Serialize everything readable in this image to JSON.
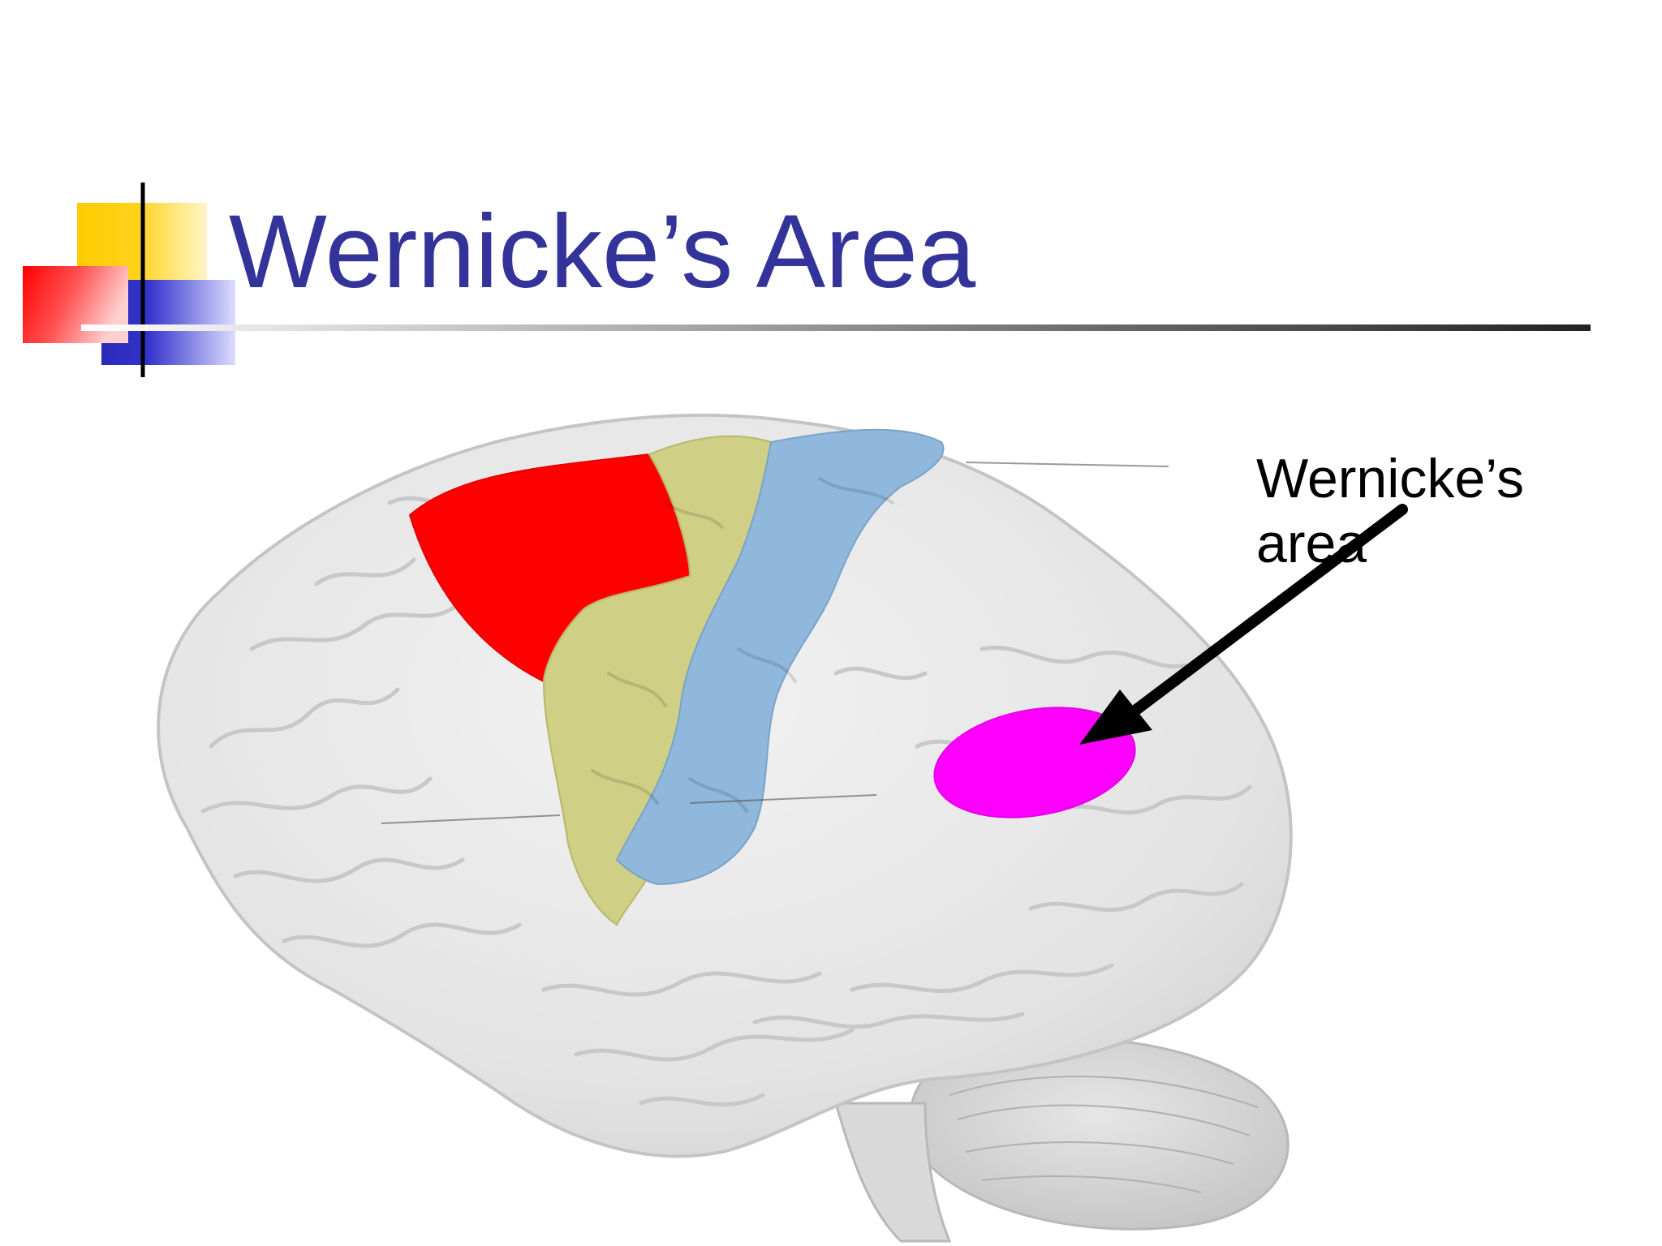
{
  "slide": {
    "title": "Wernicke’s Area"
  },
  "callout": {
    "line1": "Wernicke’s",
    "line2": "area"
  },
  "colors": {
    "title": "#333399",
    "motor_cortex": "#ff0000",
    "premotor_cortex": "#cccc80",
    "motor_strip": "#8fb8dc",
    "wernickes_area": "#ff00ff",
    "brain": "#e6e6e6",
    "deco_yellow": "#ffcc00",
    "deco_red": "#ff0000",
    "deco_blue": "#3333cc"
  },
  "icons": {
    "callout_pointer": "arrow-icon",
    "corner_decoration": "color-squares-icon"
  }
}
